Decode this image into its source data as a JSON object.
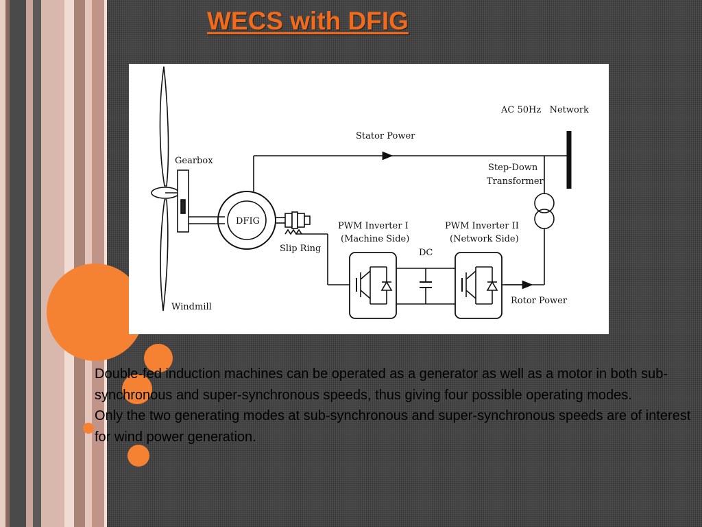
{
  "slide": {
    "title": "WECS with DFIG",
    "paragraphs": [
      "Double-fed induction machines can be operated as a generator as well as a motor in both sub-synchronous and super-synchronous speeds, thus giving four possible operating modes.",
      "Only the two generating modes at sub-synchronous and super-synchronous speeds are of interest for wind power generation."
    ]
  },
  "diagram": {
    "labels": {
      "gearbox": "Gearbox",
      "windmill": "Windmill",
      "dfig": "DFIG",
      "slip_ring": "Slip Ring",
      "stator_power": "Stator Power",
      "network": "AC 50Hz   Network",
      "transformer_line1": "Step-Down",
      "transformer_line2": "Transformer",
      "inv1_line1": "PWM Inverter I",
      "inv1_line2": "(Machine Side)",
      "inv2_line1": "PWM Inverter II",
      "inv2_line2": "(Network Side)",
      "dc": "DC",
      "rotor_power": "Rotor Power"
    }
  },
  "colors": {
    "accent_orange": "#f58233",
    "title_orange": "#f26b1d",
    "background": "#4b4b4b"
  }
}
